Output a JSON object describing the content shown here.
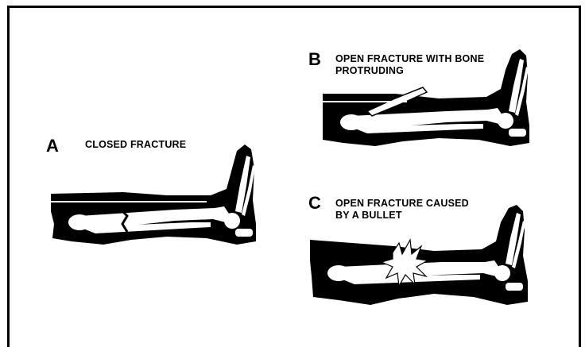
{
  "panels": [
    {
      "letter": "A",
      "caption_lines": [
        "CLOSED FRACTURE"
      ]
    },
    {
      "letter": "B",
      "caption_lines": [
        "OPEN FRACTURE WITH BONE",
        "PROTRUDING"
      ]
    },
    {
      "letter": "C",
      "caption_lines": [
        "OPEN FRACTURE CAUSED",
        "BY A BULLET"
      ]
    }
  ],
  "colors": {
    "ink": "#000000",
    "paper": "#ffffff"
  }
}
